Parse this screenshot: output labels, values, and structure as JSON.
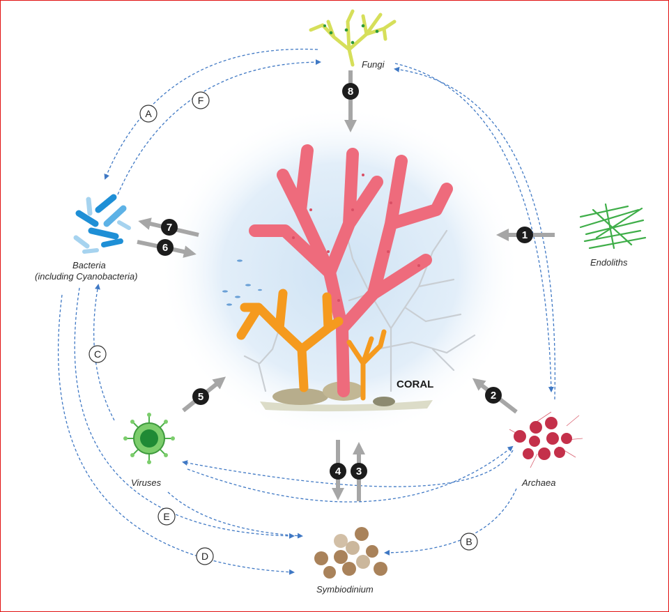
{
  "nodes": {
    "fungi": "Fungi",
    "endoliths": "Endoliths",
    "archaea": "Archaea",
    "symbiodinium": "Symbiodinium",
    "viruses": "Viruses",
    "bacteria_line1": "Bacteria",
    "bacteria_line2": "(including Cyanobacteria)",
    "coral": "CORAL"
  },
  "numbered_arrows": [
    "1",
    "2",
    "3",
    "4",
    "5",
    "6",
    "7",
    "8"
  ],
  "lettered_links": [
    "A",
    "B",
    "C",
    "D",
    "E",
    "F"
  ],
  "colors": {
    "frame": "#e01010",
    "dashed_link": "#3f78c4",
    "solid_arrow": "#a6a6a6",
    "number_badge": "#1c1c1c",
    "coral_pink": "#ee6b7c",
    "coral_orange": "#f59a1e"
  }
}
